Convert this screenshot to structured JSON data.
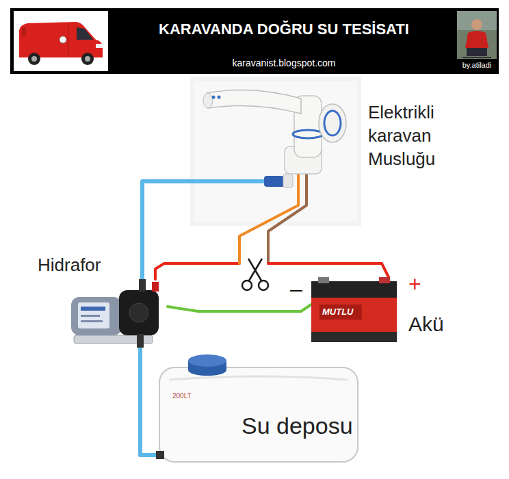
{
  "diagram": {
    "title": "KARAVANDA DOĞRU SU TESİSATI",
    "nodes": [
      {
        "text": [
          "Elektrikli karavan Musluğu"
        ]
      },
      {
        "text": [
          "Hidrafor"
        ]
      },
      {
        "text": [
          "Akü",
          "MUTLU"
        ]
      },
      {
        "text": [
          "Su deposu",
          "200LT"
        ]
      }
    ],
    "edges": [
      {
        "from": 3,
        "to": 1,
        "arrow": "none"
      },
      {
        "from": 1,
        "to": 0,
        "arrow": "none"
      },
      {
        "from": 1,
        "to": 0,
        "arrow": "none"
      },
      {
        "from": 0,
        "to": 2,
        "arrow": "none"
      },
      {
        "from": 1,
        "to": 2,
        "arrow": "none"
      }
    ],
    "labels": [
      "karavanist.blogspot.com",
      "by.atiladi",
      "–",
      "+"
    ]
  }
}
